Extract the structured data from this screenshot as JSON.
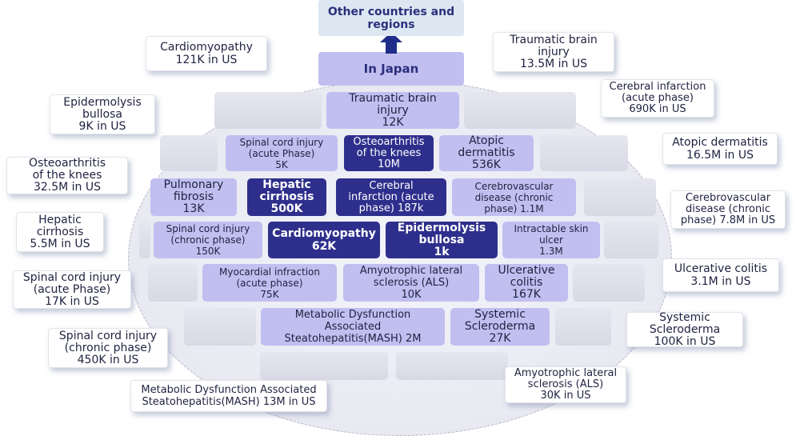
{
  "header": {
    "other_regions": "Other countries and\nregions",
    "in_japan": "In Japan"
  },
  "japan_cells": {
    "traumatic_brain": "Traumatic brain\ninjury\n12K",
    "spinal_acute": "Spinal cord injury\n(acute Phase)\n5K",
    "osteoarthritis": "Osteoarthritis\nof the knees\n10M",
    "atopic": "Atopic\ndermatitis\n536K",
    "pulmonary": "Pulmonary\nfibrosis\n13K",
    "hepatic": "Hepatic\ncirrhosis\n500K",
    "cerebral_infarction": "Cerebral\ninfarction (acute\nphase) 187k",
    "cerebrovascular": "Cerebrovascular\ndisease (chronic\nphase) 1.1M",
    "spinal_chronic": "Spinal cord injury\n(chronic phase)\n150K",
    "cardiomyopathy": "Cardiomyopathy\n62K",
    "epidermolysis": "Epidermolysis\nbullosa\n1k",
    "skin_ulcer": "Intractable skin\nulcer\n1.3M",
    "myocardial": "Myocardial infraction\n(acute phase)\n75K",
    "als": "Amyotrophic lateral\nsclerosis (ALS)\n10K",
    "ulcerative": "Ulcerative\ncolitis\n167K",
    "mash": "Metabolic Dysfunction\nAssociated\nSteatohepatitis(MASH) 2M",
    "scleroderma": "Systemic\nScleroderma\n27K"
  },
  "us_boxes": {
    "cardiomyopathy": "Cardiomyopathy\n121K in US",
    "epidermolysis": "Epidermolysis\nbullosa\n9K in US",
    "osteoarthritis": "Osteoarthritis\nof the knees\n32.5M in US",
    "hepatic": "Hepatic\ncirrhosis\n5.5M in US",
    "spinal_acute": "Spinal cord injury\n(acute Phase)\n17K in US",
    "spinal_chronic": "Spinal cord injury\n(chronic phase)\n450K in US",
    "mash": "Metabolic Dysfunction Associated\nSteatohepatitis(MASH) 13M in US",
    "traumatic_brain": "Traumatic brain\ninjury\n13.5M in US",
    "cerebral_infarction": "Cerebral infarction\n(acute phase)\n690K in US",
    "atopic": "Atopic dermatitis\n16.5M in US",
    "cerebrovascular": "Cerebrovascular\ndisease (chronic\nphase) 7.8M in US",
    "ulcerative": "Ulcerative colitis\n3.1M in US",
    "scleroderma": "Systemic\nScleroderma\n100K in US",
    "als": "Amyotrophic lateral\nsclerosis (ALS)\n30K in US"
  },
  "colors": {
    "light_cell": "#c0bff0",
    "dark_cell": "#2e2f8c",
    "text_dark": "#1f2240",
    "arrow": "#1f2d8a"
  }
}
